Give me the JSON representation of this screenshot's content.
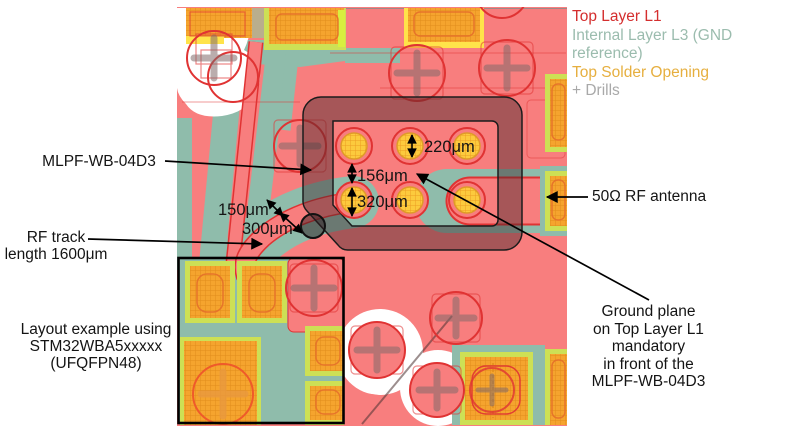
{
  "figure": {
    "description": "PCB layout example diagram"
  },
  "legend": {
    "items": [
      {
        "label": "Top Layer L1",
        "color": "#d42e2e"
      },
      {
        "label": "Internal Layer L3 (GND reference)",
        "color": "#9bbcae"
      },
      {
        "label": "Top Solder Opening",
        "color": "#e6af3f"
      },
      {
        "label": "+ Drills",
        "color": "#a9a9a9"
      }
    ]
  },
  "annotations": {
    "mlpf": "MLPF-WB-04D3",
    "rf_track": "RF track\nlength 1600μm",
    "layout_example": "Layout example using\nSTM32WBA5xxxxx\n(UFQFPN48)",
    "antenna": "50Ω RF antenna",
    "ground_plane": "Ground plane\non Top Layer L1\nmandatory\nin front of the\nMLPF-WB-04D3"
  },
  "measurements": {
    "pad_diameter": "220μm",
    "pad_gap": "156μm",
    "via_size": "320μm",
    "track_gap": "150μm",
    "track_width": "300μm"
  },
  "colors": {
    "top_layer": "#f87e7e",
    "copper_outline": "#e03333",
    "internal_layer": "#8fbcab",
    "solder_opening": "#f5a42e",
    "pad_yellow": "#fcca3d",
    "border_yellowgreen": "#cde055",
    "border_yellow": "#ffe34a",
    "component_overlay": "rgba(62,36,42,0.44)"
  }
}
